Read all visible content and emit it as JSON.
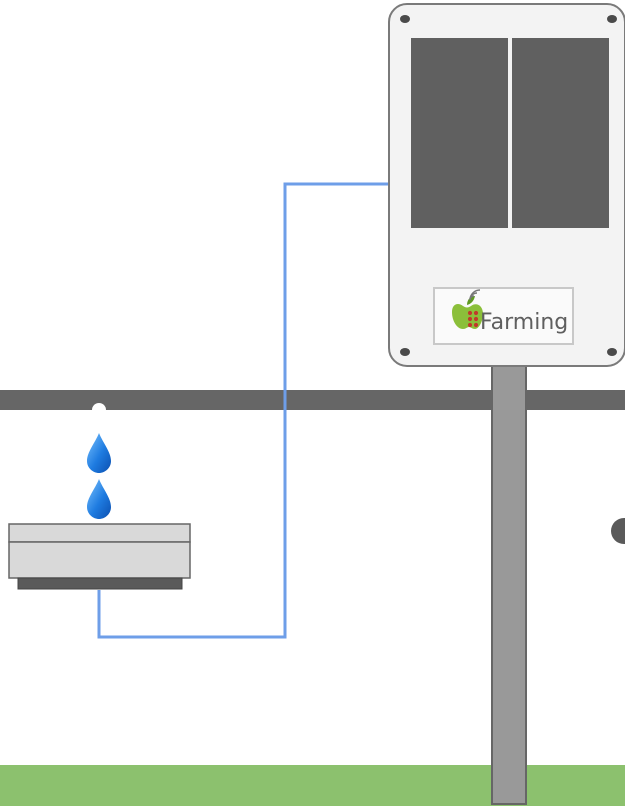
{
  "logo": {
    "text": "Farming",
    "icon": "apple-wifi-dots-icon",
    "apple_color": "#8bbf3a",
    "dots_color": "#c0392b"
  },
  "colors": {
    "pipe": "#666666",
    "cable": "#6e9ee8",
    "ground": "#8cc16e",
    "pole": "#999999",
    "panel": "#606060",
    "enclosure": "#f3f3f3",
    "drop": "#1e7be0",
    "valve": "#d9d9d9"
  },
  "components": {
    "sensor_box": "solar-sensor-station",
    "valve": "irrigation-valve",
    "pipe": "water-pipe",
    "cable": "signal-cable",
    "pole": "mounting-pole",
    "ground": "ground-strip"
  }
}
